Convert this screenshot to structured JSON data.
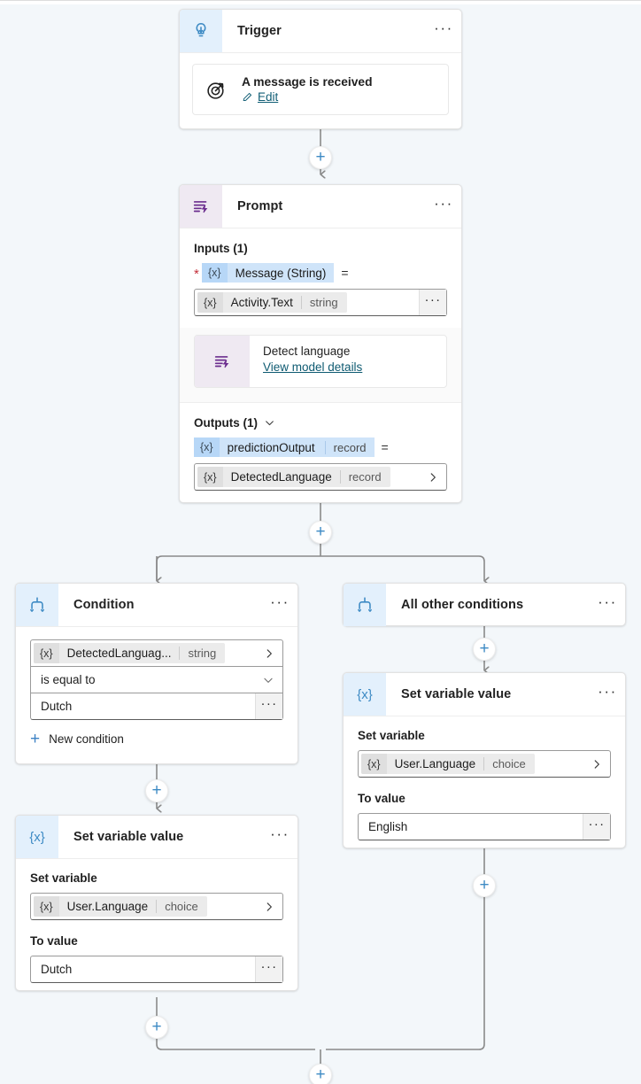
{
  "canvas": {
    "background_color": "#f3f7fa",
    "connector_color": "#8a8a8a",
    "accent_color": "#3d8ac4"
  },
  "nodes": {
    "trigger": {
      "title": "Trigger",
      "icon": "trigger-bulb-icon",
      "menu": "···",
      "card": {
        "icon": "target-arrow-icon",
        "title": "A message is received",
        "edit_label": "Edit",
        "edit_icon": "pencil-icon"
      }
    },
    "prompt": {
      "title": "Prompt",
      "icon": "prompt-lightning-icon",
      "menu": "···",
      "inputs_label": "Inputs (1)",
      "input_param": {
        "required_mark": "*",
        "token_icon": "{x}",
        "name": "Message (String)",
        "equals": "="
      },
      "input_value": {
        "token_icon": "{x}",
        "name": "Activity.Text",
        "type": "string",
        "menu": "···"
      },
      "model": {
        "icon": "prompt-lightning-icon",
        "name": "Detect language",
        "link_label": "View model details"
      },
      "outputs_label": "Outputs (1)",
      "outputs_chevron": "chevron-down-icon",
      "output_param": {
        "token_icon": "{x}",
        "name": "predictionOutput",
        "type": "record",
        "equals": "="
      },
      "output_value": {
        "token_icon": "{x}",
        "name": "DetectedLanguage",
        "type": "record",
        "chevron": "chevron-right-icon"
      }
    },
    "condition": {
      "title": "Condition",
      "icon": "branch-icon",
      "menu": "···",
      "left_operand": {
        "token_icon": "{x}",
        "name": "DetectedLanguag...",
        "type": "string",
        "chevron": "chevron-right-icon"
      },
      "operator": {
        "value": "is equal to",
        "chevron": "chevron-down-icon"
      },
      "right_operand": {
        "value": "Dutch",
        "menu": "···"
      },
      "new_condition_label": "New condition",
      "new_condition_icon": "plus-icon"
    },
    "all_other_conditions": {
      "title": "All other conditions",
      "icon": "branch-icon",
      "menu": "···"
    },
    "set_variable_right": {
      "title": "Set variable value",
      "icon": "variable-icon",
      "menu": "···",
      "set_variable_label": "Set variable",
      "variable": {
        "token_icon": "{x}",
        "name": "User.Language",
        "type": "choice",
        "chevron": "chevron-right-icon"
      },
      "to_value_label": "To value",
      "value": {
        "text": "English",
        "menu": "···"
      }
    },
    "set_variable_left": {
      "title": "Set variable value",
      "icon": "variable-icon",
      "menu": "···",
      "set_variable_label": "Set variable",
      "variable": {
        "token_icon": "{x}",
        "name": "User.Language",
        "type": "choice",
        "chevron": "chevron-right-icon"
      },
      "to_value_label": "To value",
      "value": {
        "text": "Dutch",
        "menu": "···"
      }
    }
  },
  "add_buttons": {
    "label": "+",
    "items": [
      "add-after-trigger",
      "add-after-prompt",
      "add-after-all-other-conditions",
      "add-after-set-variable-left",
      "add-after-set-variable-right",
      "add-at-flow-end"
    ]
  }
}
